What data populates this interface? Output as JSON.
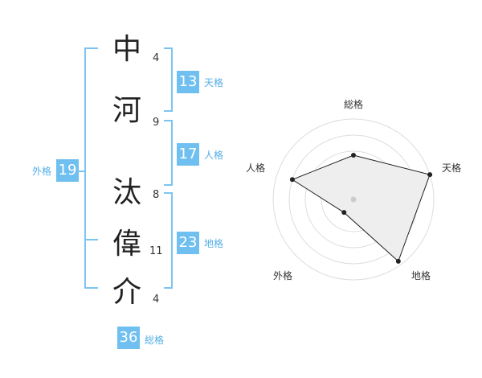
{
  "name": {
    "characters": [
      {
        "char": "中",
        "strokes": "4"
      },
      {
        "char": "河",
        "strokes": "9"
      },
      {
        "char": "汰",
        "strokes": "8"
      },
      {
        "char": "偉",
        "strokes": "11"
      },
      {
        "char": "介",
        "strokes": "4"
      }
    ]
  },
  "fortunes": {
    "tenkaku": {
      "value": "13",
      "label": "天格"
    },
    "jinkaku": {
      "value": "17",
      "label": "人格"
    },
    "chikaku": {
      "value": "23",
      "label": "地格"
    },
    "gaikaku": {
      "value": "19",
      "label": "外格"
    },
    "soukaku": {
      "value": "36",
      "label": "総格"
    }
  },
  "radar": {
    "axes": [
      "総格",
      "天格",
      "地格",
      "外格",
      "人格"
    ],
    "values": [
      0.55,
      1.0,
      0.95,
      0.2,
      0.8
    ],
    "fill_color": "#eeeeee",
    "line_color": "#222222",
    "ring_color": "#dddddd",
    "rings": 5
  },
  "colors": {
    "accent": "#6fc0f0",
    "bracket": "#7cc4f0"
  }
}
